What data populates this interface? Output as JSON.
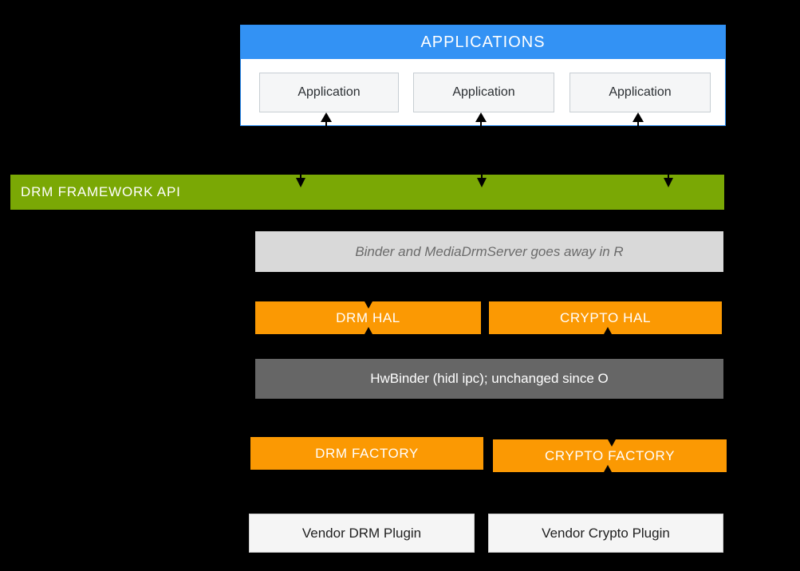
{
  "colors": {
    "background": "#000000",
    "blue_header": "#3392f4",
    "green_bar": "#7aa805",
    "orange_box": "#fb9903",
    "light_gray_bar": "#d9d9d9",
    "dark_gray_bar": "#666666",
    "plain_box_bg": "#f5f5f5",
    "arrow": "#000000",
    "white_text": "#ffffff",
    "note_text": "#6b6b6b"
  },
  "diagram": {
    "applications": {
      "header": "APPLICATIONS",
      "items": [
        {
          "label": "Application"
        },
        {
          "label": "Application"
        },
        {
          "label": "Application"
        }
      ]
    },
    "framework_bar": {
      "label": "DRM FRAMEWORK API"
    },
    "binder_note": {
      "label": "Binder and MediaDrmServer  goes away in R"
    },
    "hal_row": [
      {
        "label": "DRM HAL"
      },
      {
        "label": "CRYPTO HAL"
      }
    ],
    "hwbinder_bar": {
      "label": "HwBinder (hidl ipc); unchanged since O"
    },
    "factory_row": [
      {
        "label": "DRM FACTORY"
      },
      {
        "label": "CRYPTO FACTORY"
      }
    ],
    "vendor_row": [
      {
        "label": "Vendor DRM Plugin"
      },
      {
        "label": "Vendor Crypto Plugin"
      }
    ]
  }
}
